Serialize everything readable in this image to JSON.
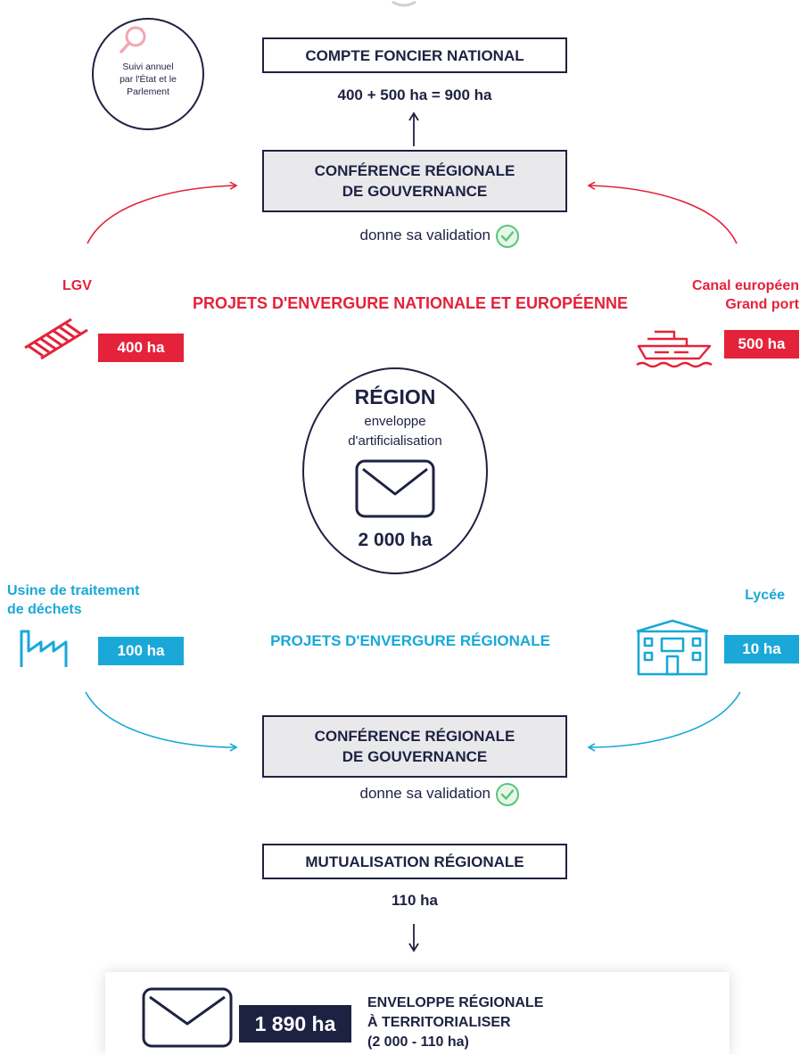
{
  "colors": {
    "navy": "#1e2242",
    "red": "#e4223a",
    "blue": "#19a8d8",
    "grey_box": "#e9e9ec",
    "check_green": "#5cc47a",
    "magnifier_pink": "#f2a6b2"
  },
  "monitoring": {
    "text": "Suivi annuel\npar l'État et le\nParlement",
    "icon": "magnifier-icon"
  },
  "national_account": {
    "title": "COMPTE FONCIER NATIONAL",
    "formula": "400 + 500 ha = 900 ha"
  },
  "top_conference": {
    "title": "CONFÉRENCE RÉGIONALE\nDE GOUVERNANCE",
    "validation": "donne sa validation",
    "icon": "check-circle-icon"
  },
  "national_projects": {
    "heading": "PROJETS D'ENVERGURE NATIONALE ET EUROPÉENNE",
    "left": {
      "label": "LGV",
      "area": "400 ha",
      "icon": "railway-track-icon"
    },
    "right": {
      "label": "Canal européen\nGrand port",
      "area": "500 ha",
      "icon": "ship-icon"
    }
  },
  "region": {
    "title": "RÉGION",
    "subtitle": "enveloppe\nd'artificialisation",
    "area": "2 000 ha",
    "icon": "envelope-icon"
  },
  "regional_projects": {
    "heading": "PROJETS D'ENVERGURE RÉGIONALE",
    "left": {
      "label": "Usine de traitement\nde déchets",
      "area": "100 ha",
      "icon": "factory-icon"
    },
    "right": {
      "label": "Lycée",
      "area": "10 ha",
      "icon": "school-building-icon"
    }
  },
  "bottom_conference": {
    "title": "CONFÉRENCE RÉGIONALE\nDE GOUVERNANCE",
    "validation": "donne sa validation",
    "icon": "check-circle-icon"
  },
  "mutualisation": {
    "title": "MUTUALISATION RÉGIONALE",
    "area": "110 ha"
  },
  "territorial_envelope": {
    "area": "1 890 ha",
    "text": "ENVELOPPE RÉGIONALE\nÀ TERRITORIALISER\n(2 000 - 110 ha)",
    "icon": "envelope-icon"
  }
}
